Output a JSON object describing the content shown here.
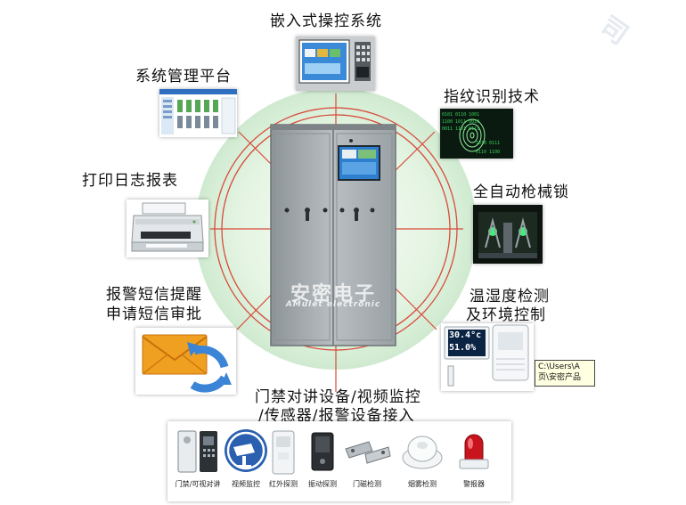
{
  "watermark": {
    "text": "司"
  },
  "center": {
    "brand_cn": "安密电子",
    "brand_en": "AMulet electronic"
  },
  "labels": {
    "top": "嵌入式操控系统",
    "mgmt": "系统管理平台",
    "fingerprint": "指纹识别技术",
    "print": "打印日志报表",
    "lock": "全自动枪械锁",
    "sms_line1": "报警短信提醒",
    "sms_line2": "申请短信审批",
    "env_line1": "温湿度检测",
    "env_line2": "及环境控制",
    "bottom_line1": "门禁对讲设备/视频监控",
    "bottom_line2": "/传感器/报警设备接入"
  },
  "env_display": {
    "temp": "30.4°c",
    "humidity": "51.0%"
  },
  "tooltip": {
    "line1": "C:\\Users\\A",
    "line2": "页\\安密产品"
  },
  "devices": [
    {
      "caption": "门禁/可视对讲",
      "icon": "intercom-icon"
    },
    {
      "caption": "视频监控",
      "icon": "camera-icon"
    },
    {
      "caption": "红外探测",
      "icon": "infrared-sensor-icon"
    },
    {
      "caption": "振动探测",
      "icon": "vibration-sensor-icon"
    },
    {
      "caption": "门磁检测",
      "icon": "door-magnet-icon"
    },
    {
      "caption": "烟雾检测",
      "icon": "smoke-detector-icon"
    },
    {
      "caption": "警报器",
      "icon": "alarm-light-icon"
    }
  ],
  "colors": {
    "circle": "#ddf2dc",
    "ring": "#d84a3a",
    "cabinet": "#a6acb0",
    "screen": "#2f7fd0"
  }
}
